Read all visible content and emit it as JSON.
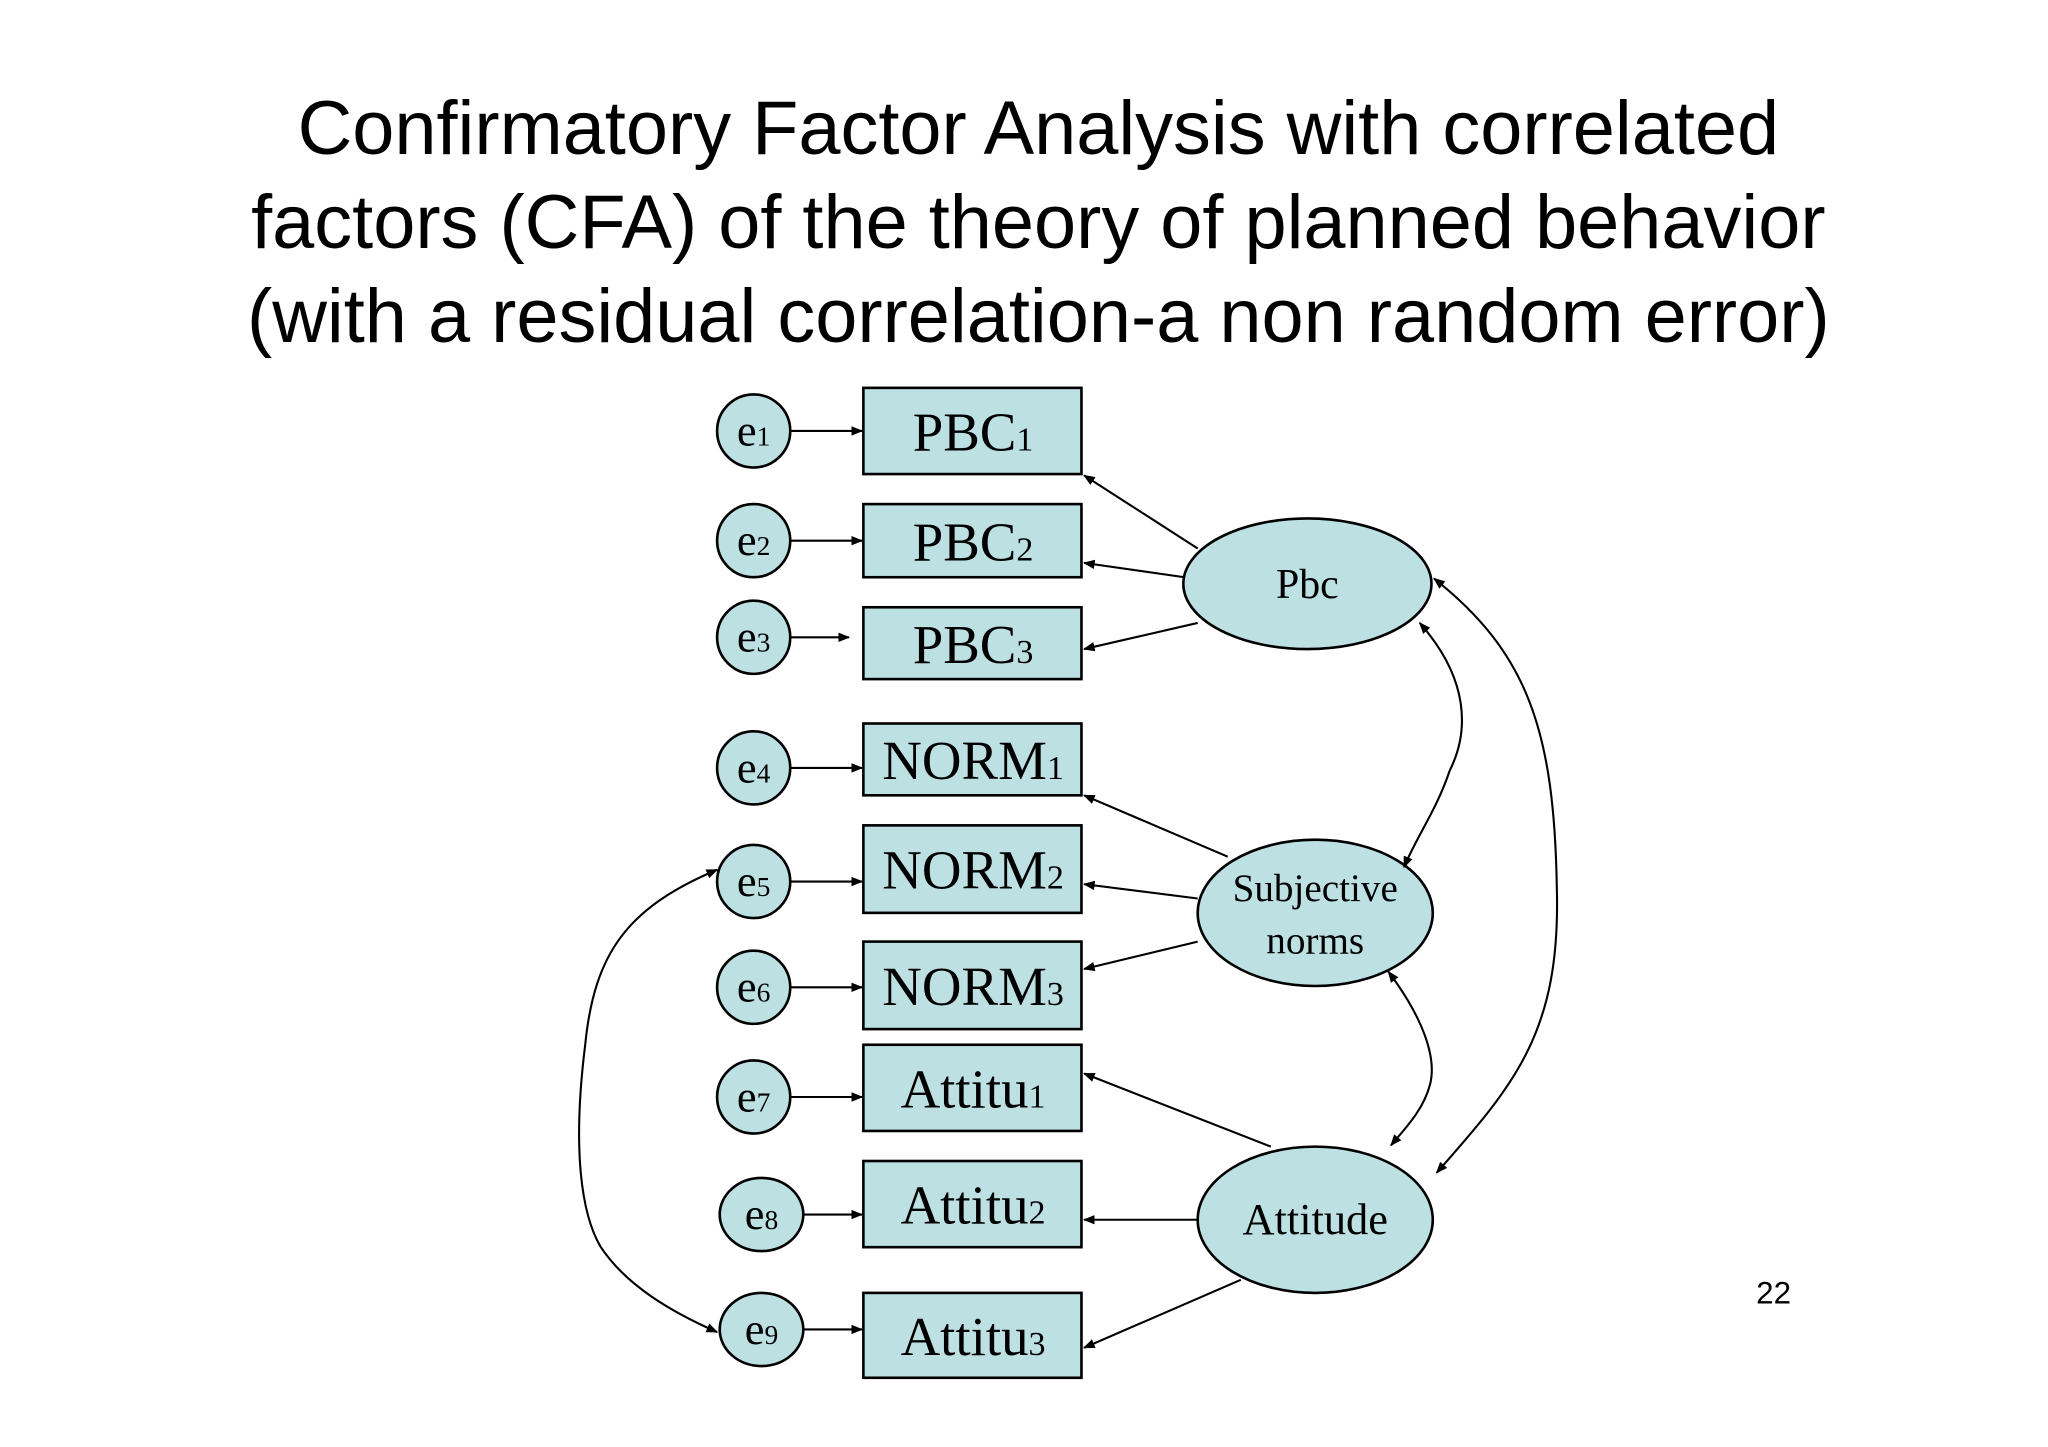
{
  "title": {
    "lines": [
      "Confirmatory Factor Analysis with correlated",
      "factors (CFA) of the theory of planned behavior",
      "(with a residual correlation-a non random error)"
    ]
  },
  "colors": {
    "node_fill": "#bde0e3",
    "stroke": "#000000"
  },
  "errors": [
    {
      "base": "e",
      "sub": "1"
    },
    {
      "base": "e",
      "sub": "2"
    },
    {
      "base": "e",
      "sub": "3"
    },
    {
      "base": "e",
      "sub": "4"
    },
    {
      "base": "e",
      "sub": "5"
    },
    {
      "base": "e",
      "sub": "6"
    },
    {
      "base": "e",
      "sub": "7"
    },
    {
      "base": "e",
      "sub": "8"
    },
    {
      "base": "e",
      "sub": "9"
    }
  ],
  "indicators": [
    {
      "base": "PBC",
      "sub": "1"
    },
    {
      "base": "PBC",
      "sub": "2"
    },
    {
      "base": "PBC",
      "sub": "3"
    },
    {
      "base": "NORM",
      "sub": "1"
    },
    {
      "base": "NORM",
      "sub": "2"
    },
    {
      "base": "NORM",
      "sub": "3"
    },
    {
      "base": "Attitu",
      "sub": "1"
    },
    {
      "base": "Attitu",
      "sub": "2"
    },
    {
      "base": "Attitu",
      "sub": "3"
    }
  ],
  "factors": {
    "pbc": {
      "lines": [
        "Pbc"
      ]
    },
    "norms": {
      "lines": [
        "Subjective",
        "norms"
      ]
    },
    "attitude": {
      "lines": [
        "Attitude"
      ]
    }
  },
  "page_number": "22"
}
